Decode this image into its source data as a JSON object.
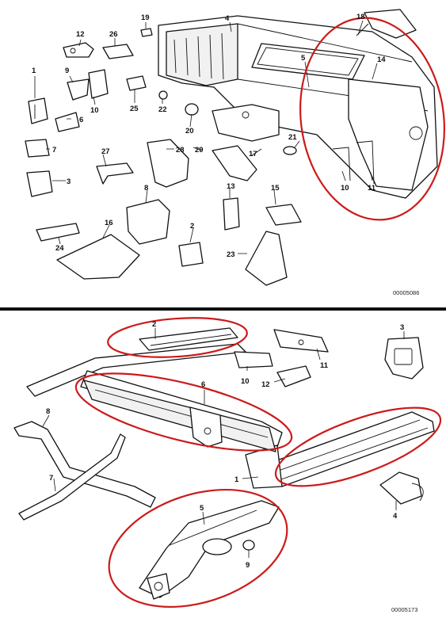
{
  "colors": {
    "highlight": "#cc1a1a",
    "line": "#111111",
    "background": "#ffffff"
  },
  "top_diagram": {
    "code": "00005086",
    "labels": {
      "l1": "1",
      "l2": "2",
      "l3": "3",
      "l4": "4",
      "l5": "5",
      "l6": "6",
      "l7": "7",
      "l8": "8",
      "l9": "9",
      "l10": "10",
      "l10b": "10",
      "l11": "11",
      "l11b": "11",
      "l12": "12",
      "l13": "13",
      "l14": "14",
      "l15": "15",
      "l16": "16",
      "l17": "17",
      "l18": "18",
      "l19": "19",
      "l20": "20",
      "l21": "21",
      "l22": "22",
      "l23": "23",
      "l24": "24",
      "l25": "25",
      "l26": "26",
      "l27": "27",
      "l28": "28",
      "l29": "29"
    }
  },
  "bottom_diagram": {
    "code": "00005173",
    "labels": {
      "l1": "1",
      "l2": "2",
      "l3": "3",
      "l4": "4",
      "l5": "5",
      "l6": "6",
      "l7": "7",
      "l8": "8",
      "l9": "9",
      "l10": "10",
      "l11": "11",
      "l12": "12"
    }
  }
}
